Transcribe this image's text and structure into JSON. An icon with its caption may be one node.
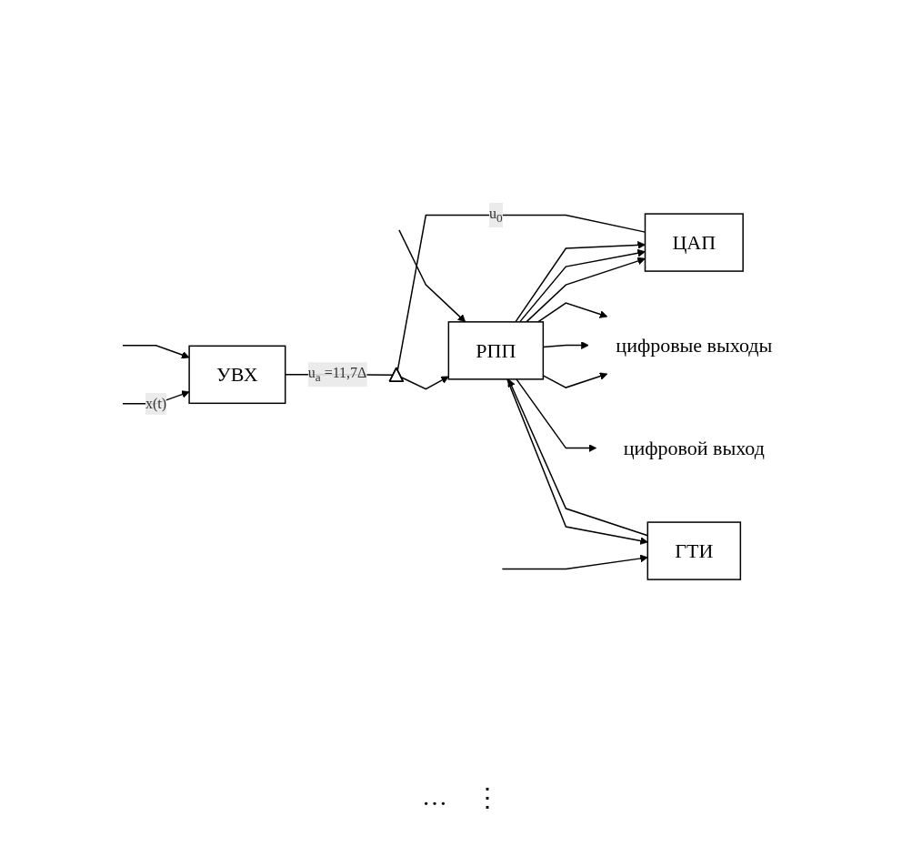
{
  "diagram": {
    "nodes": [
      {
        "text": [
          "УВХ"
        ]
      },
      {
        "text": [],
        "shape": "triangle"
      },
      {
        "text": [
          "ЦАП"
        ]
      },
      {
        "text": [
          "РПП"
        ]
      },
      {
        "text": [
          "ГТИ"
        ]
      },
      {
        "text": [
          "цифровые выходы"
        ]
      },
      {
        "text": [
          "цифровой выход"
        ]
      }
    ],
    "edges": [
      {
        "from": null,
        "to": 0,
        "arrow": "to",
        "label": "x(t)"
      },
      {
        "from": 0,
        "to": 1,
        "arrow": "none",
        "label": "u$_{a}$ =11,7Δ"
      },
      {
        "from": 2,
        "to": 1,
        "arrow": "none",
        "label": "u$_{0}$"
      },
      {
        "from": 1,
        "to": 3,
        "arrow": "to"
      },
      {
        "from": 3,
        "to": 2,
        "arrow": "to"
      },
      {
        "from": 3,
        "to": 2,
        "arrow": "to"
      },
      {
        "from": 3,
        "to": 2,
        "arrow": "to"
      },
      {
        "from": 3,
        "to": 5,
        "arrow": "to"
      },
      {
        "from": 3,
        "to": 5,
        "arrow": "to"
      },
      {
        "from": 3,
        "to": 5,
        "arrow": "to"
      },
      {
        "from": 3,
        "to": 6,
        "arrow": "to"
      },
      {
        "from": null,
        "to": 0,
        "arrow": "to"
      },
      {
        "from": null,
        "to": 3,
        "arrow": "to"
      },
      {
        "from": null,
        "to": 4,
        "arrow": "to"
      },
      {
        "from": 4,
        "to": 3,
        "arrow": "to"
      },
      {
        "from": 3,
        "to": 4,
        "arrow": "to"
      }
    ],
    "labels": [
      "…",
      "⋮"
    ]
  }
}
